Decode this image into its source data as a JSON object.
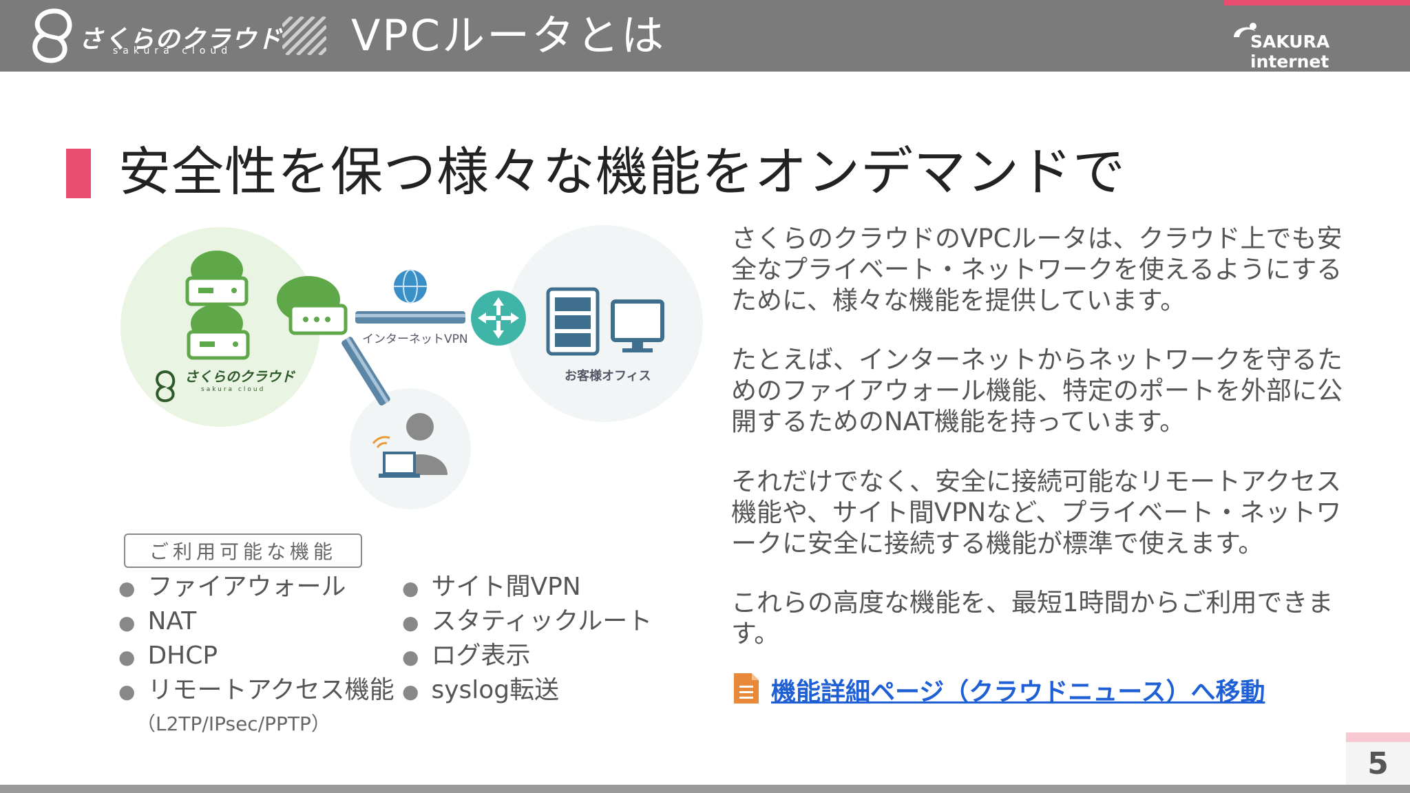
{
  "header": {
    "brand_jp": "さくらのクラウド",
    "brand_en": "sakura cloud",
    "title": "VPCルータとは",
    "company": "SAKURA internet"
  },
  "heading": "安全性を保つ様々な機能をオンデマンドで",
  "diagram": {
    "vpn_label": "インターネットVPN",
    "office_label": "お客様オフィス",
    "cloud_brand": "さくらのクラウド",
    "cloud_brand_sub": "sakura cloud"
  },
  "features": {
    "box_label": "ご利用可能な機能",
    "left": [
      "ファイアウォール",
      "NAT",
      "DHCP",
      "リモートアクセス機能"
    ],
    "left_note": "（L2TP/IPsec/PPTP）",
    "right": [
      "サイト間VPN",
      "スタティックルート",
      "ログ表示",
      "syslog転送"
    ]
  },
  "body": {
    "p1": "さくらのクラウドのVPCルータは、クラウド上でも安全なプライベート・ネットワークを使えるようにするために、様々な機能を提供しています。",
    "p2": "たとえば、インターネットからネットワークを守るためのファイアウォール機能、特定のポートを外部に公開するためのNAT機能を持っています。",
    "p3": "それだけでなく、安全に接続可能なリモートアクセス機能や、サイト間VPNなど、プライベート・ネットワークに安全に接続する機能が標準で使えます。",
    "p4": "これらの高度な機能を、最短1時間からご利用できます。"
  },
  "link": {
    "text": "機能詳細ページ（クラウドニュース）へ移動",
    "icon": "document-icon"
  },
  "page_number": "5",
  "colors": {
    "accent": "#e94d6f",
    "header_bg": "#7b7b7b",
    "cloud_green": "#5fa84a",
    "teal": "#3fb5a8",
    "link": "#1f5fd6"
  }
}
